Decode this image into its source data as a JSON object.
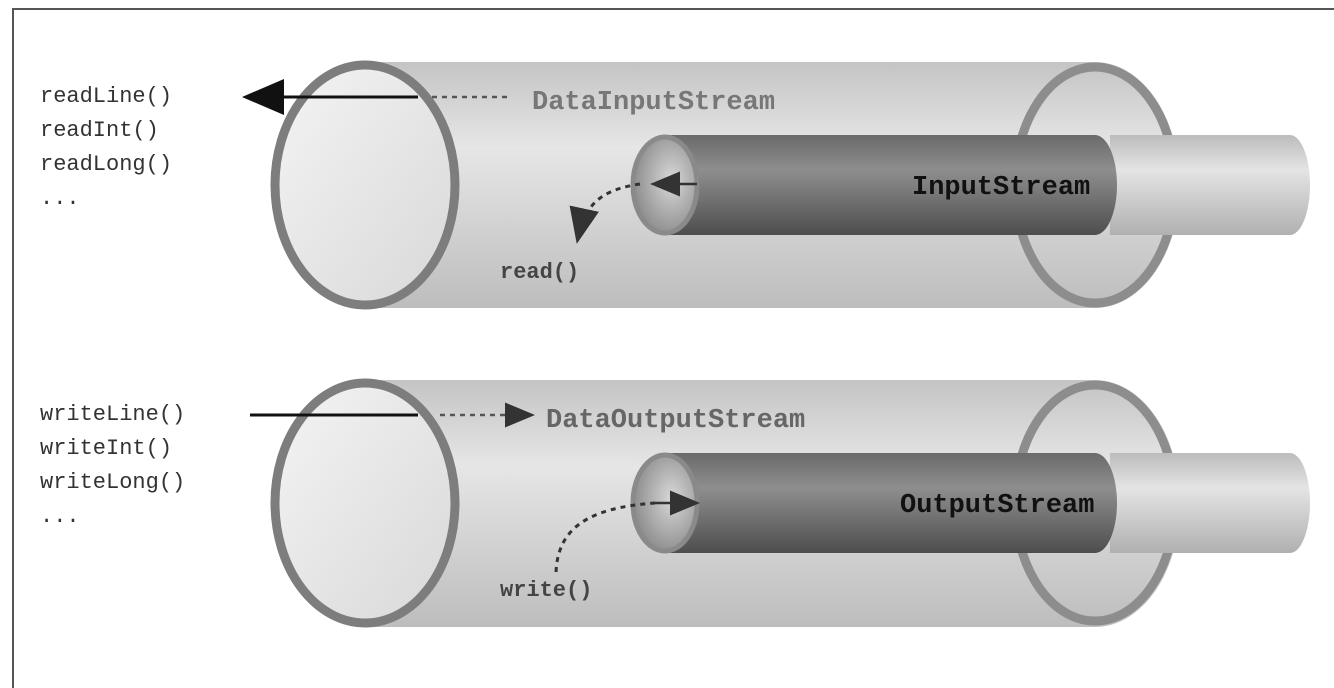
{
  "input_group": {
    "outer_label": "DataInputStream",
    "inner_label": "InputStream",
    "call_label": "read()",
    "methods": [
      "readLine()",
      "readInt()",
      "readLong()",
      "..."
    ]
  },
  "output_group": {
    "outer_label": "DataOutputStream",
    "inner_label": "OutputStream",
    "call_label": "write()",
    "methods": [
      "writeLine()",
      "writeInt()",
      "writeLong()",
      "..."
    ]
  }
}
